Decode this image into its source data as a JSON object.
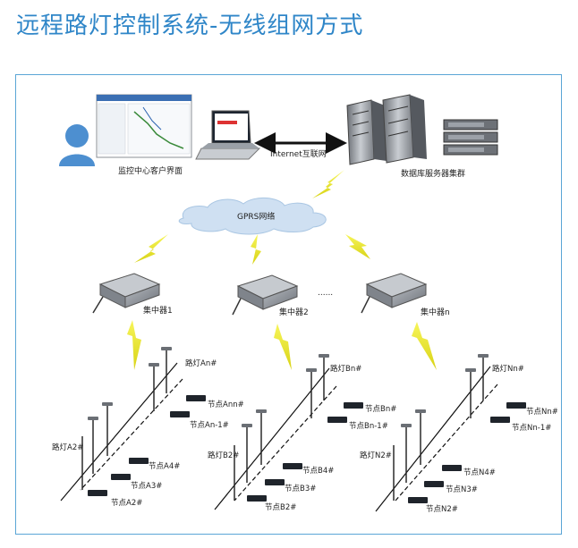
{
  "title": "远程路灯控制系统-无线组网方式",
  "top": {
    "client_label": "监控中心客户界面",
    "link_label": "Internet互联网",
    "server_label": "数据库服务器集群",
    "cloud_label": "GPRS网络",
    "dots": "......"
  },
  "concentrators": [
    {
      "label": "集中器1"
    },
    {
      "label": "集中器2"
    },
    {
      "label": "集中器n"
    }
  ],
  "groups": [
    {
      "lamp_top": "路灯An#",
      "lamp_bottom": "路灯A2#",
      "node_top": "节点Ann#",
      "node_top2": "节点An-1#",
      "node_4": "节点A4#",
      "node_3": "节点A3#",
      "node_2": "节点A2#"
    },
    {
      "lamp_top": "路灯Bn#",
      "lamp_bottom": "路灯B2#",
      "node_top": "节点Bn#",
      "node_top2": "节点Bn-1#",
      "node_4": "节点B4#",
      "node_3": "节点B3#",
      "node_2": "节点B2#"
    },
    {
      "lamp_top": "路灯Nn#",
      "lamp_bottom": "路灯N2#",
      "node_top": "节点Nn#",
      "node_top2": "节点Nn-1#",
      "node_4": "节点N4#",
      "node_3": "节点N3#",
      "node_2": "节点N2#"
    }
  ],
  "colors": {
    "title": "#2f86c8",
    "frame": "#5aa6d6",
    "bolt": "#e8e51e",
    "cloud": "#cfe0f2"
  }
}
